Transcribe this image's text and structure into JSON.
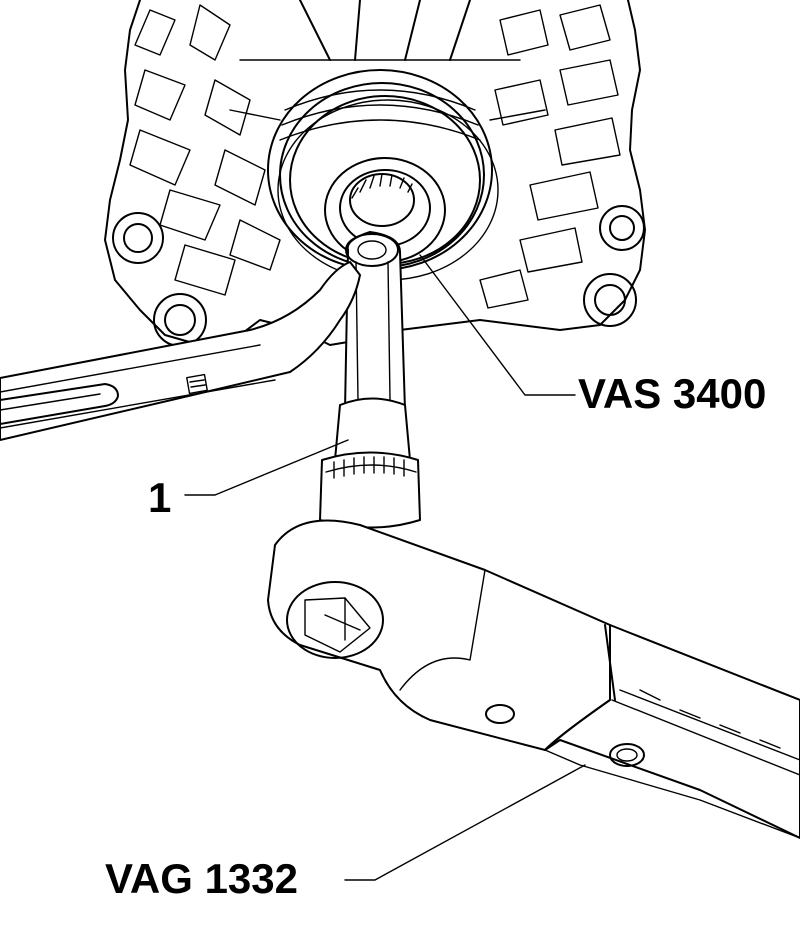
{
  "callouts": {
    "vas": "VAS 3400",
    "item1": "1",
    "vag": "VAG 1332"
  }
}
